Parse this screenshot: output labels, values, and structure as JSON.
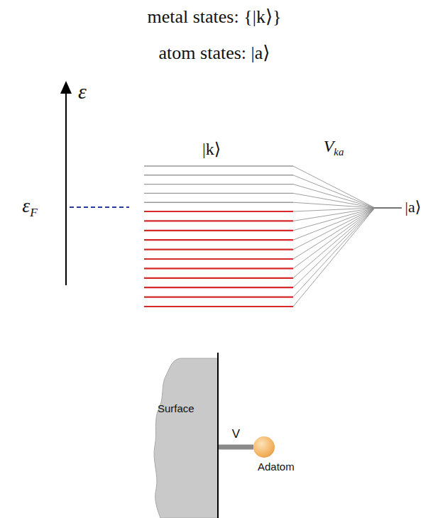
{
  "diagram": {
    "nodes": [
      {
        "text": [
          "Surface"
        ]
      },
      {
        "text": [
          "Adatom"
        ]
      }
    ],
    "edges": [
      {
        "from": 0,
        "to": 1,
        "arrow": "none",
        "label": "V"
      }
    ],
    "labels": [
      "metal states: {|k⟩}",
      "atom states: |a⟩",
      "ε",
      "εF",
      "|k⟩",
      "Vka",
      "|a⟩"
    ]
  }
}
